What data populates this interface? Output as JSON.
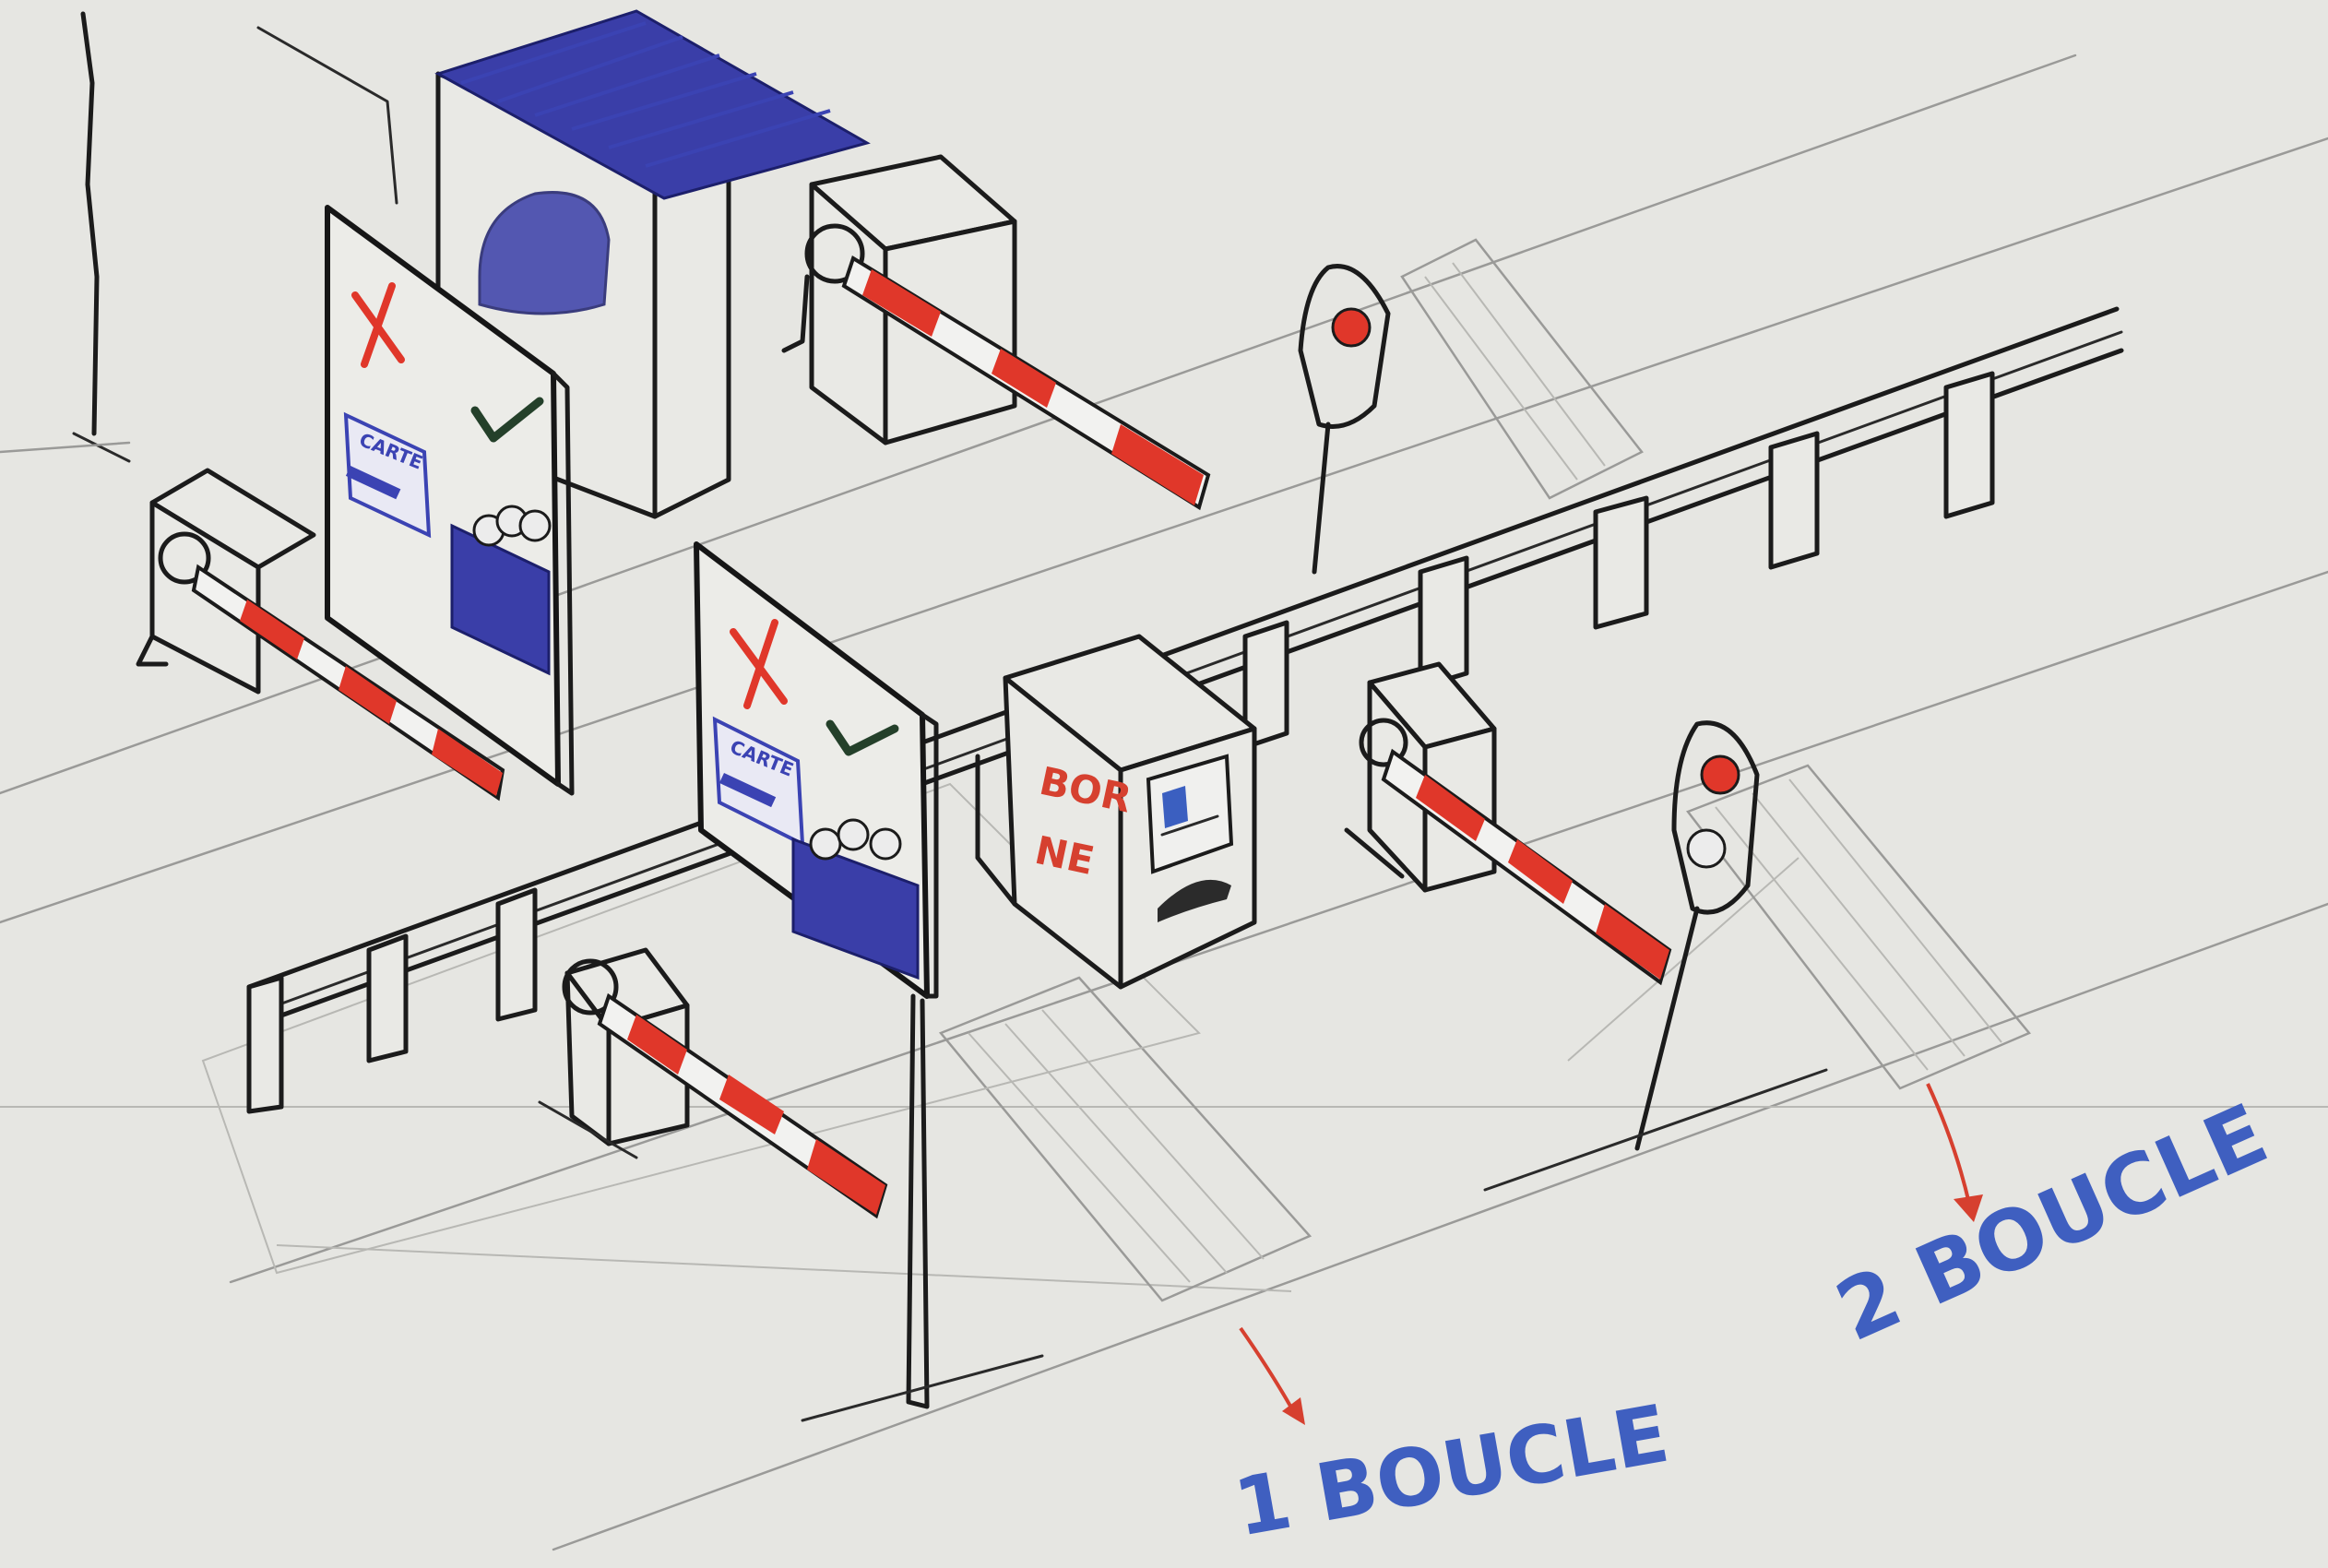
{
  "labels": {
    "carte_top": "CARTE",
    "carte_front": "CARTE",
    "borne_line1": "BOR",
    "borne_line2": "NE",
    "boucle_1": "1 BOUCLE",
    "boucle_2": "2 BOUCLE"
  },
  "colors": {
    "ink": "#1b1b1b",
    "red_marker": "#e0372a",
    "blue_marker": "#3a3ea8",
    "label_blue": "#3f5fc0",
    "paper": "#e6e6e2",
    "check_green": "#24402a"
  },
  "icons": {
    "cross": "red-x-icon",
    "check": "green-check-icon",
    "card": "card-icon",
    "traffic_light": "traffic-light-icon"
  }
}
